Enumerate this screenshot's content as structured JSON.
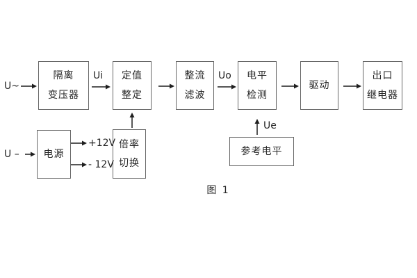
{
  "colors": {
    "background": "#ffffff",
    "box_border": "#666666",
    "ink": "#262626",
    "arrow": "#1f1f1f"
  },
  "figure": {
    "caption": "图 1"
  },
  "blocks": {
    "isolation_transformer": {
      "line1": "隔离",
      "line2": "变压器"
    },
    "setting_adjust": {
      "line1": "定值",
      "line2": "整定"
    },
    "rectifier_filter": {
      "line1": "整流",
      "line2": "滤波"
    },
    "level_detect": {
      "line1": "电平",
      "line2": "检测"
    },
    "driver": {
      "line1": "驱动"
    },
    "output_relay": {
      "line1": "出口",
      "line2": "继电器"
    },
    "power_supply": {
      "line1": "电源"
    },
    "ratio_switch": {
      "line1": "倍率",
      "line2": "切换"
    },
    "reference_level": {
      "line1": "参考电平"
    }
  },
  "signals": {
    "input_ac": "U~",
    "ui": "Ui",
    "uo": "Uo",
    "ue": "Ue",
    "input_dc": "U –",
    "pos_rail": "+12V",
    "neg_rail": "- 12V"
  },
  "connections": [
    {
      "from": "U~ 输入",
      "to": "隔离变压器",
      "label": ""
    },
    {
      "from": "隔离变压器",
      "to": "定值整定",
      "label": "Ui"
    },
    {
      "from": "定值整定",
      "to": "整流滤波",
      "label": ""
    },
    {
      "from": "整流滤波",
      "to": "电平检测",
      "label": "Uo"
    },
    {
      "from": "电平检测",
      "to": "驱动",
      "label": ""
    },
    {
      "from": "驱动",
      "to": "出口继电器",
      "label": ""
    },
    {
      "from": "U– 输入",
      "to": "电源",
      "label": ""
    },
    {
      "from": "电源",
      "to": "+12V",
      "label": "+12V"
    },
    {
      "from": "电源",
      "to": "-12V",
      "label": "- 12V"
    },
    {
      "from": "倍率切换",
      "to": "定值整定",
      "label": ""
    },
    {
      "from": "参考电平",
      "to": "电平检测",
      "label": "Ue"
    }
  ]
}
